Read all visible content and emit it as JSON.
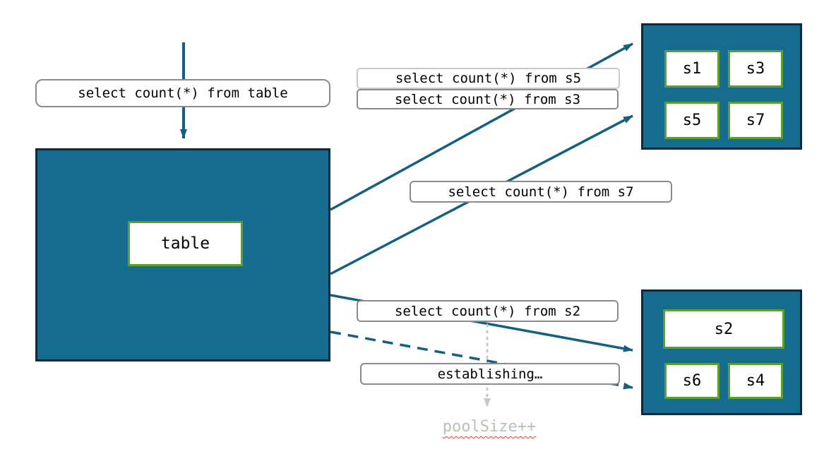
{
  "diagram": {
    "labels": {
      "query_table": "select count(*) from table",
      "query_s5": "select count(*) from s5",
      "query_s3": "select count(*) from s3",
      "query_s7": "select count(*) from s7",
      "query_s2": "select count(*) from s2",
      "establishing": "establishing…",
      "pool_size": "poolSize++",
      "table": "table"
    },
    "shards_top": [
      "s1",
      "s3",
      "s5",
      "s7"
    ],
    "shards_bottom": [
      "s2",
      "s6",
      "s4"
    ],
    "colors": {
      "teal_fill": "#156c8e",
      "box_border": "#0e2a3a",
      "chip_border_green": "#5aa02f",
      "pill_border_gray": "#8b8b8b",
      "pill_border_light": "#c9c9c9",
      "arrow_teal": "#155f80",
      "arrow_gray": "#c8c8c8",
      "pool_text_gray": "#bdbdbd",
      "squiggle_red": "#e03c31"
    }
  }
}
